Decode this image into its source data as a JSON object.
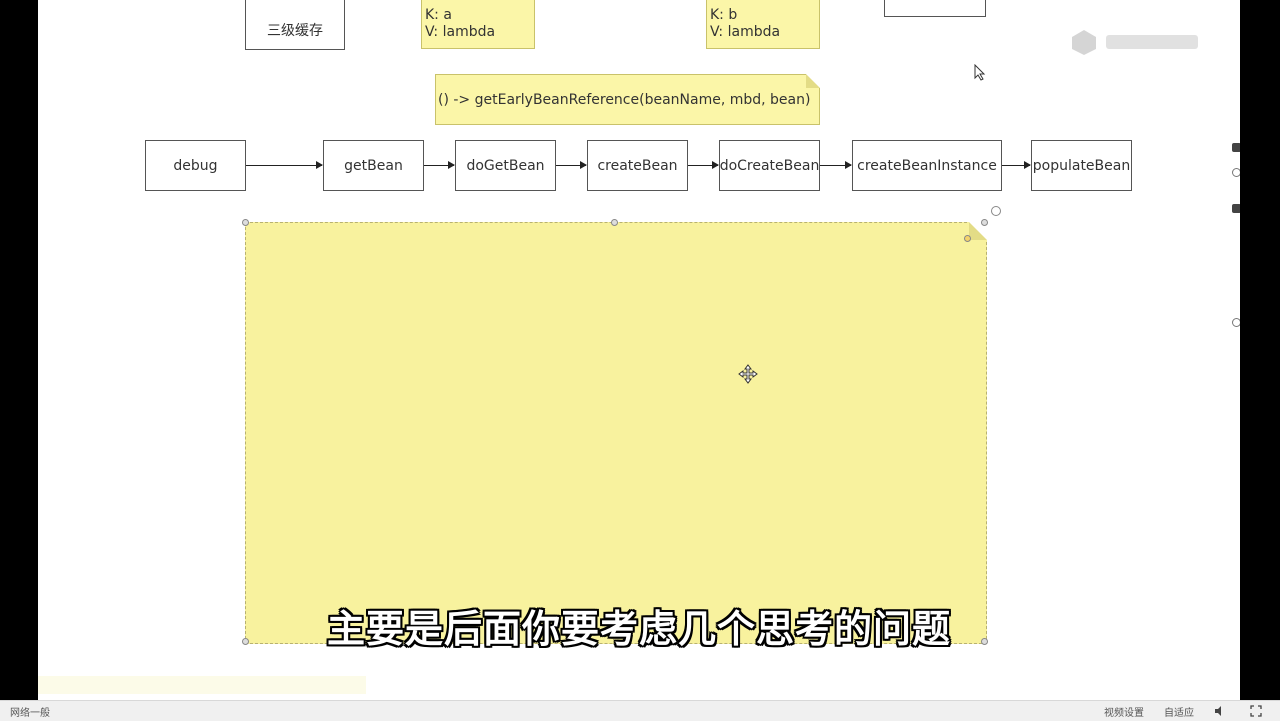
{
  "cache_box": {
    "label": "三级缓存"
  },
  "cache_entries": [
    {
      "key": "K:  a",
      "value": "V: lambda"
    },
    {
      "key": "K:  b",
      "value": "V: lambda"
    }
  ],
  "lambda_note": {
    "text": "() -> getEarlyBeanReference(beanName, mbd, bean)"
  },
  "flow": [
    {
      "label": "debug"
    },
    {
      "label": "getBean"
    },
    {
      "label": "doGetBean"
    },
    {
      "label": "createBean"
    },
    {
      "label": "doCreateBean"
    },
    {
      "label": "createBeanInstance"
    },
    {
      "label": "populateBean"
    }
  ],
  "subtitle": "主要是后面你要考虑几个思考的问题",
  "status_bar": {
    "left": "网络一般",
    "right": [
      "视频设置",
      "自适应"
    ]
  },
  "colors": {
    "note_fill": "#fbf6a8",
    "big_note_fill": "#f8f29e",
    "box_border": "#555555"
  },
  "icons": [
    "watermark-logo-icon",
    "mouse-pointer-icon",
    "move-cursor-icon",
    "volume-icon",
    "fullscreen-icon"
  ]
}
